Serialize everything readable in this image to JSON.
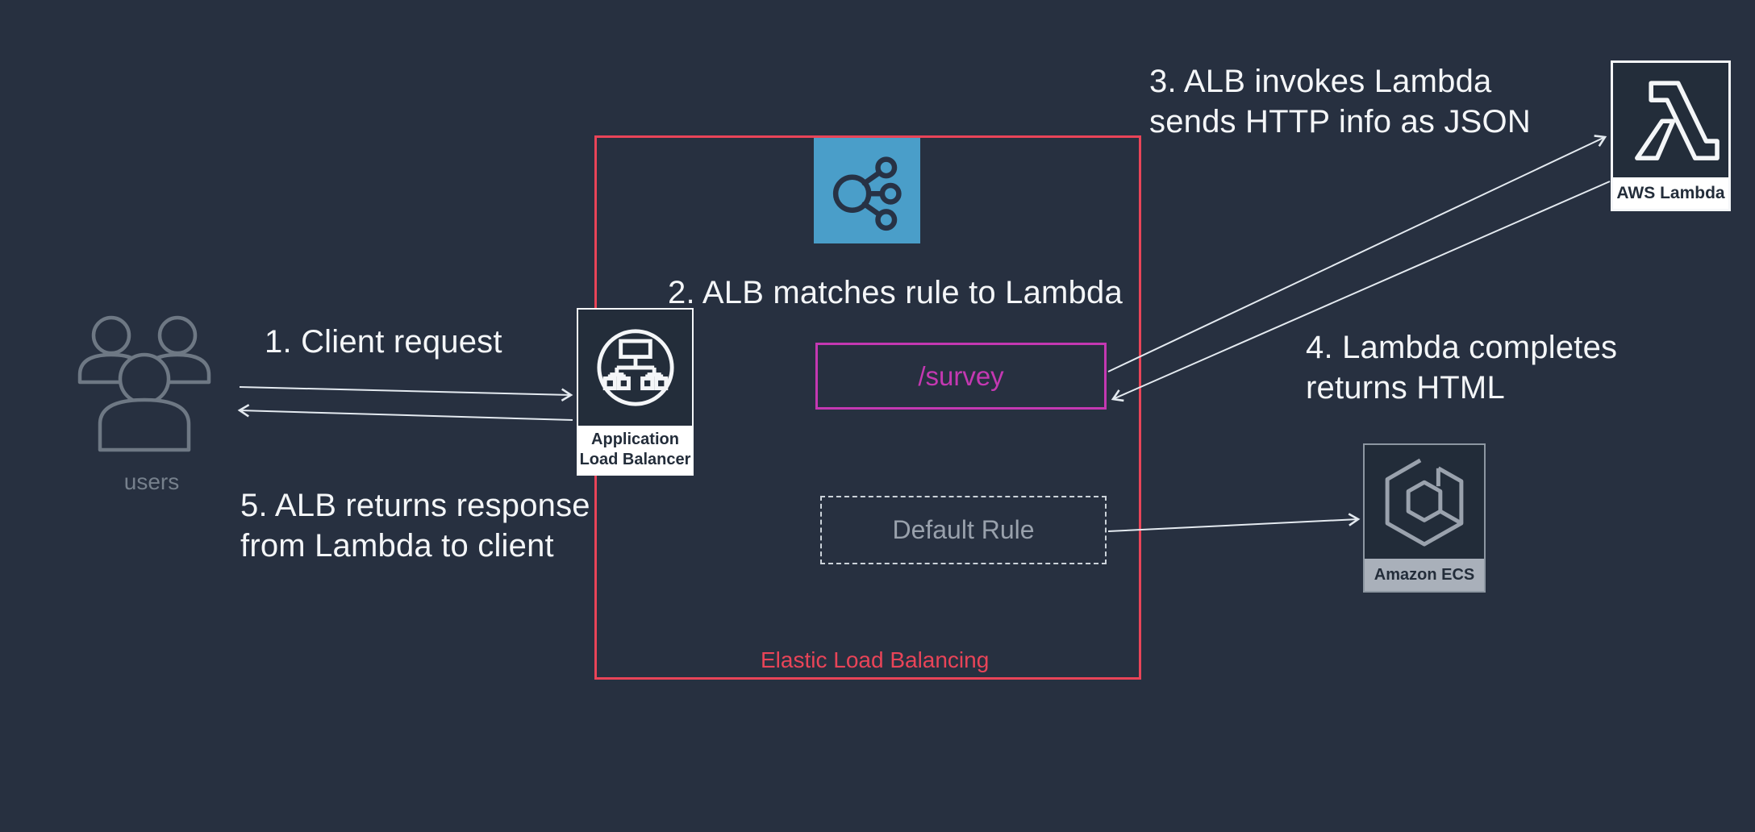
{
  "colors": {
    "background": "#273040",
    "group_border_red": "#e94458",
    "rule_magenta": "#c438b2",
    "elb_icon_blue": "#4a9ec9",
    "text_white": "#f4f6f8",
    "muted_gray": "#9aa2ad",
    "users_gray": "#6e7884",
    "arrow_line": "#e4eaf0"
  },
  "steps": {
    "step1": {
      "label": "1. Client request"
    },
    "step2": {
      "label": "2. ALB matches rule to Lambda"
    },
    "step3": {
      "line1": "3. ALB invokes Lambda",
      "line2": "sends HTTP info as JSON"
    },
    "step4": {
      "line1": "4. Lambda completes",
      "line2": "returns HTML"
    },
    "step5": {
      "line1": "5. ALB returns response",
      "line2": "from Lambda to client"
    }
  },
  "nodes": {
    "users": {
      "label": "users",
      "icon": "users-icon"
    },
    "alb": {
      "label_line1": "Application",
      "label_line2": "Load Balancer",
      "icon": "application-load-balancer-icon"
    },
    "elb_group": {
      "label": "Elastic Load Balancing",
      "icon": "elastic-load-balancing-icon"
    },
    "survey_rule": {
      "label": "/survey"
    },
    "default_rule": {
      "label": "Default Rule"
    },
    "lambda": {
      "label": "AWS Lambda",
      "icon": "aws-lambda-icon"
    },
    "ecs": {
      "label": "Amazon ECS",
      "icon": "amazon-ecs-icon"
    }
  },
  "arrows": {
    "client_request": {
      "from": "users",
      "to": "alb"
    },
    "alb_response": {
      "from": "alb",
      "to": "users"
    },
    "invoke_lambda": {
      "from": "survey_rule",
      "to": "lambda"
    },
    "lambda_returns": {
      "from": "lambda",
      "to": "survey_rule"
    },
    "default_to_ecs": {
      "from": "default_rule",
      "to": "ecs"
    }
  }
}
